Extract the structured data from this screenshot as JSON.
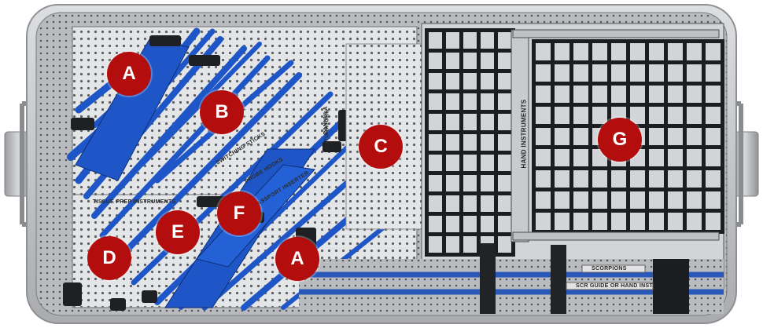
{
  "colors": {
    "marker": "#b30d0d",
    "tray_metal": "#c9cbce",
    "perforated_plate": "#e7e8ea",
    "instrument_blue": "#1f56c7",
    "grid_black": "#1c1d20",
    "background": "#ffffff"
  },
  "markers": {
    "a_top": "A",
    "b": "B",
    "c": "C",
    "g": "G",
    "d": "D",
    "e": "E",
    "f": "F",
    "a_bottom": "A"
  },
  "labels": {
    "tissue_prep": "TISSUE PREP INSTRUMENTS",
    "switching_sticks": "SWITCHING STICKS",
    "probe_hooks": "PROBE HOOKS",
    "passport_inserter": "PASSPORT INSERTER",
    "cannula": "CANNULA",
    "obturators": "OBTURATORS",
    "hand_instruments": "HAND INSTRUMENTS",
    "scorpions": "SCORPIONS",
    "scr_guide": "SCR GUIDE OR HAND INST."
  }
}
